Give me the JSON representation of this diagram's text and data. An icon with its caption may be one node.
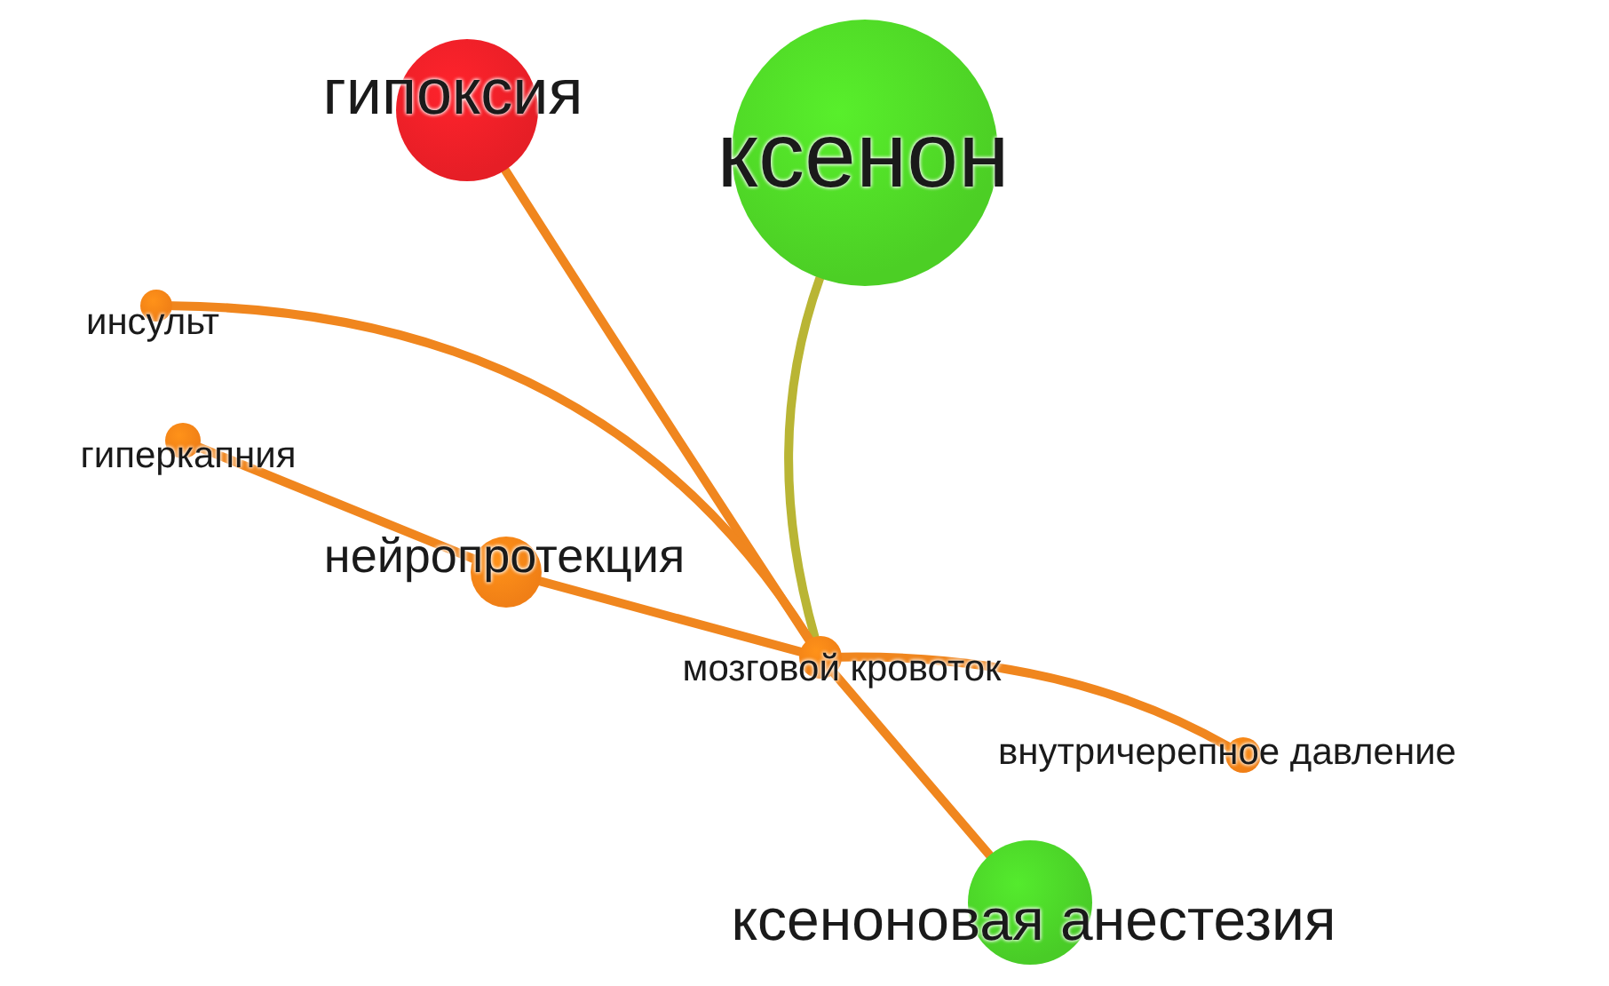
{
  "diagram": {
    "nodes": [
      {
        "text": [
          "гипоксия"
        ]
      },
      {
        "text": [
          "ксенон"
        ]
      },
      {
        "text": [
          "инсульт"
        ]
      },
      {
        "text": [
          "гиперкапния"
        ]
      },
      {
        "text": [
          "нейропротекция"
        ]
      },
      {
        "text": [
          "мозговой кровоток"
        ]
      },
      {
        "text": [
          "внутричерепное давление"
        ]
      },
      {
        "text": [
          "ксеноновая анестезия"
        ]
      }
    ],
    "edges": [
      {
        "from": 0,
        "to": 5,
        "arrow": "none"
      },
      {
        "from": 1,
        "to": 5,
        "arrow": "none",
        "color": "#b9b534"
      },
      {
        "from": 2,
        "to": 5,
        "arrow": "none"
      },
      {
        "from": 3,
        "to": 4,
        "arrow": "none"
      },
      {
        "from": 4,
        "to": 5,
        "arrow": "none"
      },
      {
        "from": 5,
        "to": 6,
        "arrow": "none"
      },
      {
        "from": 5,
        "to": 7,
        "arrow": "none"
      }
    ]
  }
}
